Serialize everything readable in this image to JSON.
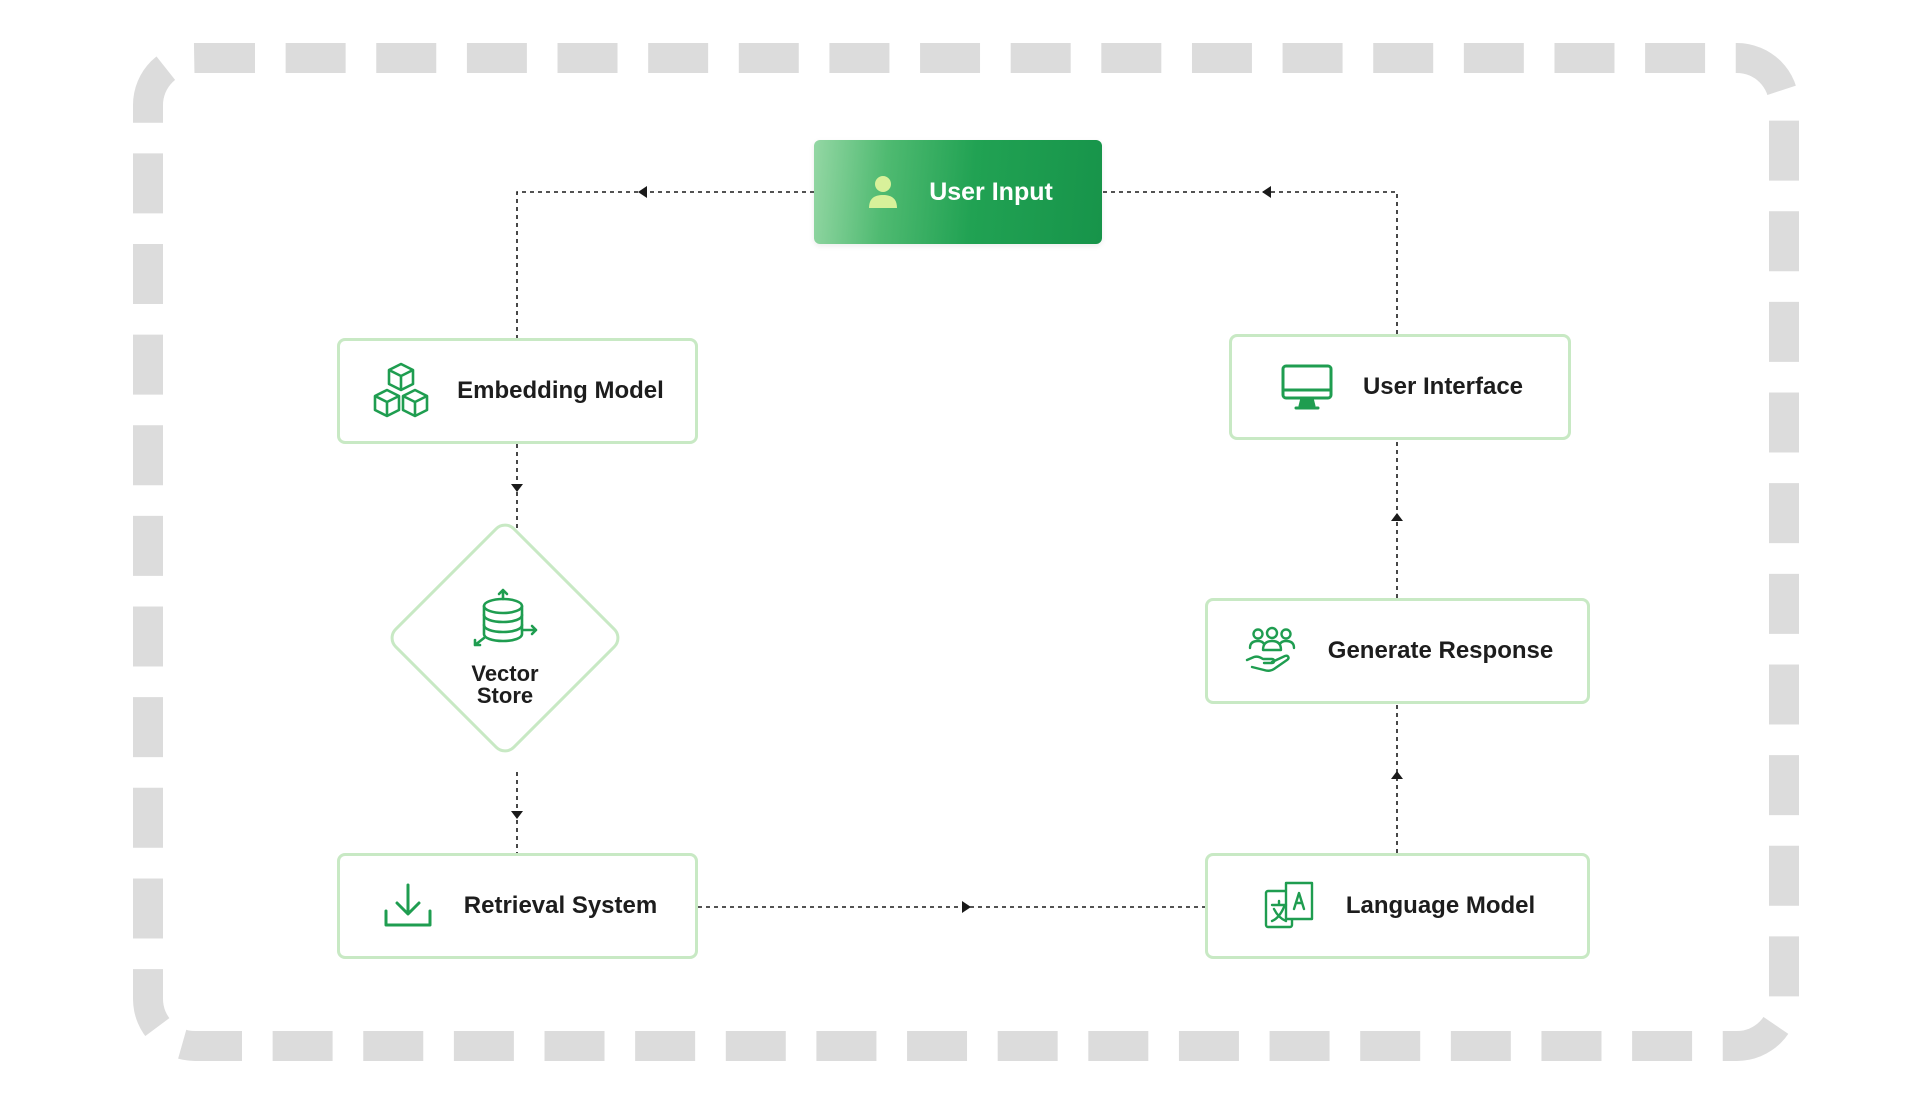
{
  "diagram": {
    "nodes": {
      "user_input": {
        "label": "User Input",
        "icon": "user-icon"
      },
      "embedding_model": {
        "label": "Embedding Model",
        "icon": "cubes-icon"
      },
      "vector_store": {
        "label": "Vector Store",
        "icon": "database-icon"
      },
      "retrieval_system": {
        "label": "Retrieval System",
        "icon": "download-icon"
      },
      "language_model": {
        "label": "Language Model",
        "icon": "translate-icon"
      },
      "generate_response": {
        "label": "Generate Response",
        "icon": "group-hand-icon"
      },
      "user_interface": {
        "label": "User Interface",
        "icon": "monitor-icon"
      }
    },
    "edges": [
      {
        "from": "User Input",
        "to": "Embedding Model"
      },
      {
        "from": "Embedding Model",
        "to": "Vector Store"
      },
      {
        "from": "Vector Store",
        "to": "Retrieval System"
      },
      {
        "from": "Retrieval System",
        "to": "Language Model"
      },
      {
        "from": "Language Model",
        "to": "Generate Response"
      },
      {
        "from": "Generate Response",
        "to": "User Interface"
      },
      {
        "from": "User Interface",
        "to": "User Input"
      }
    ],
    "colors": {
      "accent": "#1f9d50",
      "node_border": "#c8e9c4",
      "frame": "#dcdcdc",
      "edge": "#1a1a1a"
    }
  }
}
